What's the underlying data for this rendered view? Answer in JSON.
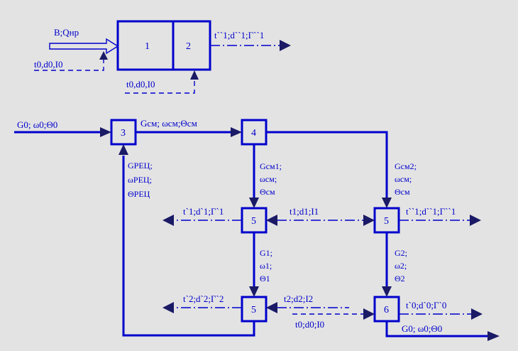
{
  "blocks": {
    "b1": "1",
    "b2": "2",
    "b3": "3",
    "b4": "4",
    "b5a": "5",
    "b5b": "5",
    "b5c": "5",
    "b6": "6"
  },
  "labels": {
    "top_in": "B;Qнр",
    "top_ambient1": "t0,d0,I0",
    "top_ambient2": "t0,d0,I0",
    "top_out": "t``1;d``1;Г``1",
    "g0_in": "G0; ω0;Θ0",
    "mix_out": "Gсм; ωсм;Θсм",
    "recirc_1": "GРЕЦ;",
    "recirc_2": "ωРЕЦ;",
    "recirc_3": "ΘРЕЦ",
    "gsm1_1": "Gсм1;",
    "gsm1_2": "ωсм;",
    "gsm1_3": "Θсм",
    "gsm2_1": "Gсм2;",
    "gsm2_2": "ωсм;",
    "gsm2_3": "Θсм",
    "left1_out": "t`1;d`1;Г`1",
    "mid1": "t1;d1;I1",
    "right1_out": "t``1;d``1;Г``1",
    "g1_1": "G1;",
    "g1_2": "ω1;",
    "g1_3": "Θ1",
    "g2_1": "G2;",
    "g2_2": "ω2;",
    "g2_3": "Θ2",
    "left2_out": "t`2;d`2;Г`2",
    "mid2": "t2;d2;I2",
    "ambient3": "t0;d0;I0",
    "right2_out": "t`0;d`0;Г`0",
    "final_out": "G0; ω0;Θ0"
  }
}
